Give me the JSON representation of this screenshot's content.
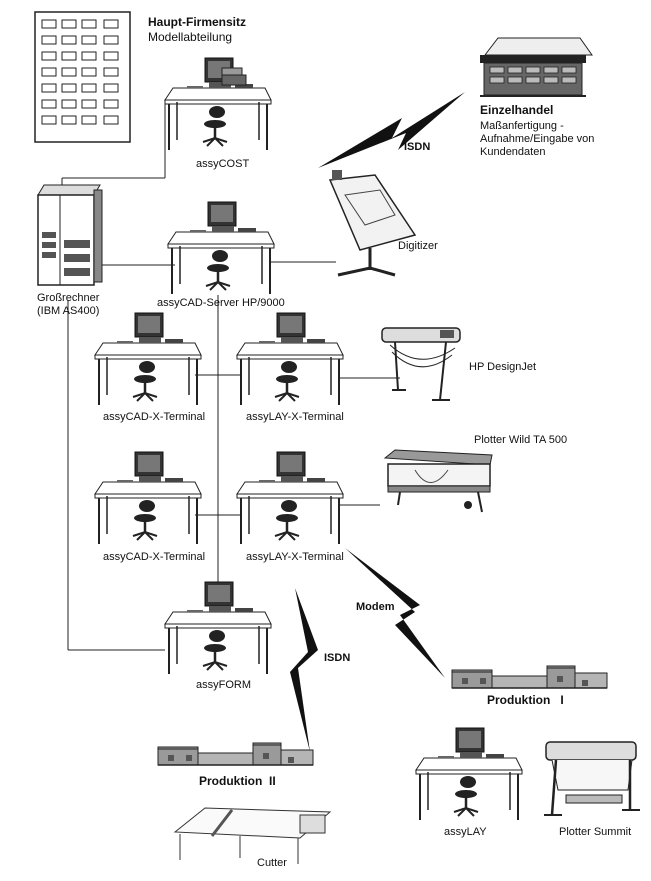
{
  "headquarters": {
    "title": "Haupt-Firmensitz",
    "subtitle": "Modellabteilung"
  },
  "retail": {
    "title": "Einzelhandel",
    "description": "Maßanfertigung - Aufnahme/Eingabe von Kundendaten"
  },
  "links": {
    "isdn_top": "ISDN",
    "modem": "Modem",
    "isdn_bottom": "ISDN"
  },
  "mainframe": {
    "label_line1": "Großrechner",
    "label_line2": "(IBM AS400)"
  },
  "stations": {
    "cost": "assyCOST",
    "server": "assyCAD-Server HP/9000",
    "cad_terminal_1": "assyCAD-X-Terminal",
    "lay_terminal_1": "assyLAY-X-Terminal",
    "cad_terminal_2": "assyCAD-X-Terminal",
    "lay_terminal_2": "assyLAY-X-Terminal",
    "form": "assyFORM",
    "lay": "assyLAY"
  },
  "devices": {
    "digitizer": "Digitizer",
    "designjet": "HP DesignJet",
    "plotter_wild": "Plotter Wild TA 500",
    "plotter_summit": "Plotter Summit",
    "cutter": "Cutter"
  },
  "plants": {
    "production_1": "Produktion   I",
    "production_2": "Produktion  II"
  }
}
